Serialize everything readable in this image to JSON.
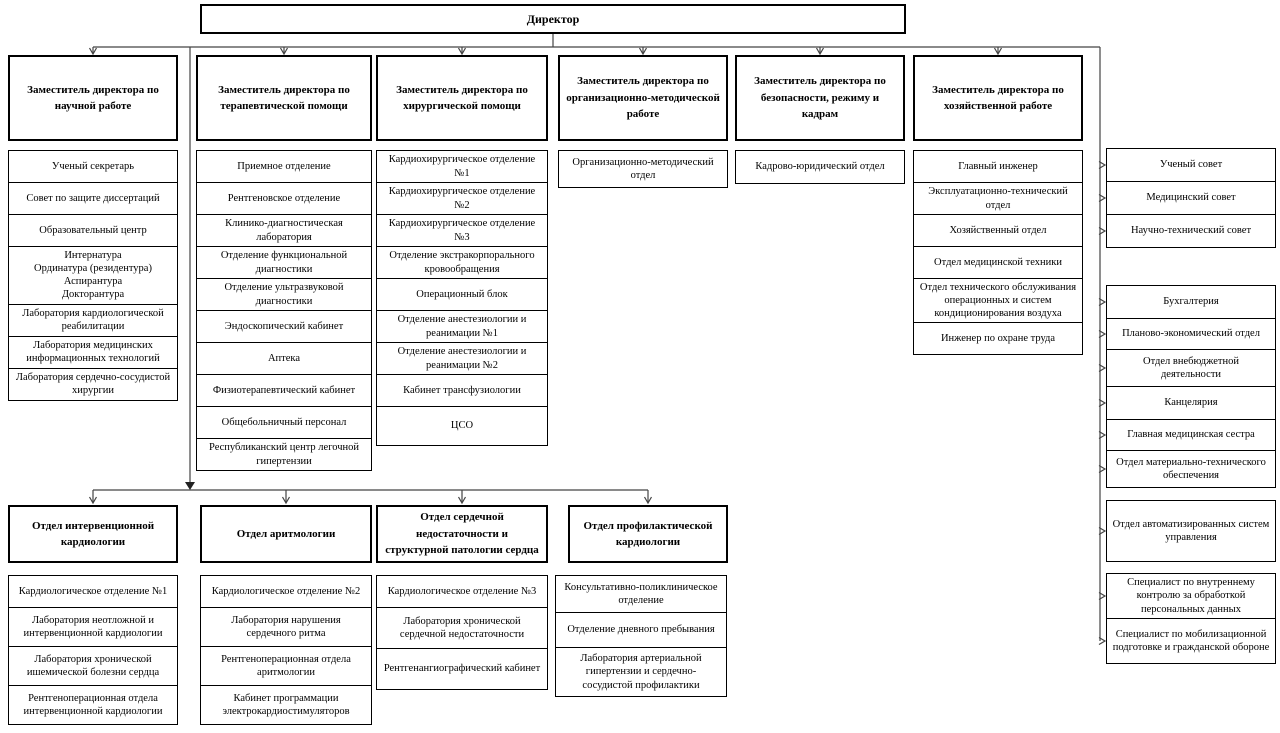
{
  "director": "Директор",
  "deputies": [
    "Заместитель директора по научной работе",
    "Заместитель директора по терапевтической помощи",
    "Заместитель директора по хирургической помощи",
    "Заместитель директора по организационно-методической работе",
    "Заместитель директора по безопасности, режиму и кадрам",
    "Заместитель директора по хозяйственной работе"
  ],
  "science_units": [
    "Ученый секретарь",
    "Совет по защите диссертаций",
    "Образовательный центр",
    "Интернатура\nОрдинатура (резидентура)\nАспирантура\nДокторантура",
    "Лаборатория кардиологической реабилитации",
    "Лаборатория медицинских информационных технологий",
    "Лаборатория сердечно-сосудистой хирургии"
  ],
  "therapy_units": [
    "Приемное отделение",
    "Рентгеновское отделение",
    "Клинико-диагностическая лаборатория",
    "Отделение функциональной диагностики",
    "Отделение ультразвуковой диагностики",
    "Эндоскопический кабинет",
    "Аптека",
    "Физиотерапевтический кабинет",
    "Общебольничный персонал",
    "Республиканский центр легочной гипертензии"
  ],
  "surgery_units": [
    "Кардиохирургическое отделение №1",
    "Кардиохирургическое отделение №2",
    "Кардиохирургическое отделение №3",
    "Отделение экстракорпорального кровообращения",
    "Операционный блок",
    "Отделение анестезиологии и реанимации №1",
    "Отделение анестезиологии и реанимации №2",
    "Кабинет трансфузиологии",
    "ЦСО"
  ],
  "orgmethod_unit": "Организационно-методический отдел",
  "hr_unit": "Кадрово-юридический отдел",
  "facilities_units": [
    "Главный инженер",
    "Эксплуатационно-технический отдел",
    "Хозяйственный отдел",
    "Отдел медицинской техники",
    "Отдел технического обслуживания операционных и систем кондиционирования воздуха",
    "Инженер по охране труда"
  ],
  "councils": [
    "Ученый совет",
    "Медицинский совет",
    "Научно-технический совет"
  ],
  "admin_units": [
    "Бухгалтерия",
    "Планово-экономический отдел",
    "Отдел внебюджетной деятельности",
    "Канцелярия",
    "Главная медицинская сестра",
    "Отдел материально-технического обеспечения"
  ],
  "asu_unit": "Отдел автоматизированных систем управления",
  "specialists": [
    "Специалист по внутреннему контролю за обработкой персональных данных",
    "Специалист по мобилизационной подготовке и гражданской обороне"
  ],
  "bottom_heads": [
    "Отдел интервенционной кардиологии",
    "Отдел аритмологии",
    "Отдел сердечной недостаточности и структурной патологии сердца",
    "Отдел профилактической кардиологии"
  ],
  "interventional_units": [
    "Кардиологическое отделение №1",
    "Лаборатория неотложной и интервенционной кардиологии",
    "Лаборатория хронической ишемической болезни сердца",
    "Рентгеноперационная отдела интервенционной кардиологии"
  ],
  "arrhythmology_units": [
    "Кардиологическое отделение №2",
    "Лаборатория нарушения сердечного ритма",
    "Рентгеноперационная отдела аритмологии",
    "Кабинет программации электрокардиостимуляторов"
  ],
  "heart_failure_units": [
    "Кардиологическое отделение №3",
    "Лаборатория хронической сердечной недостаточности",
    "Рентгенангиографический кабинет"
  ],
  "preventive_units": [
    "Консультативно-поликлиническое отделение",
    "Отделение дневного пребывания",
    "Лаборатория артериальной гипертензии и сердечно-сосудистой профилактики"
  ]
}
